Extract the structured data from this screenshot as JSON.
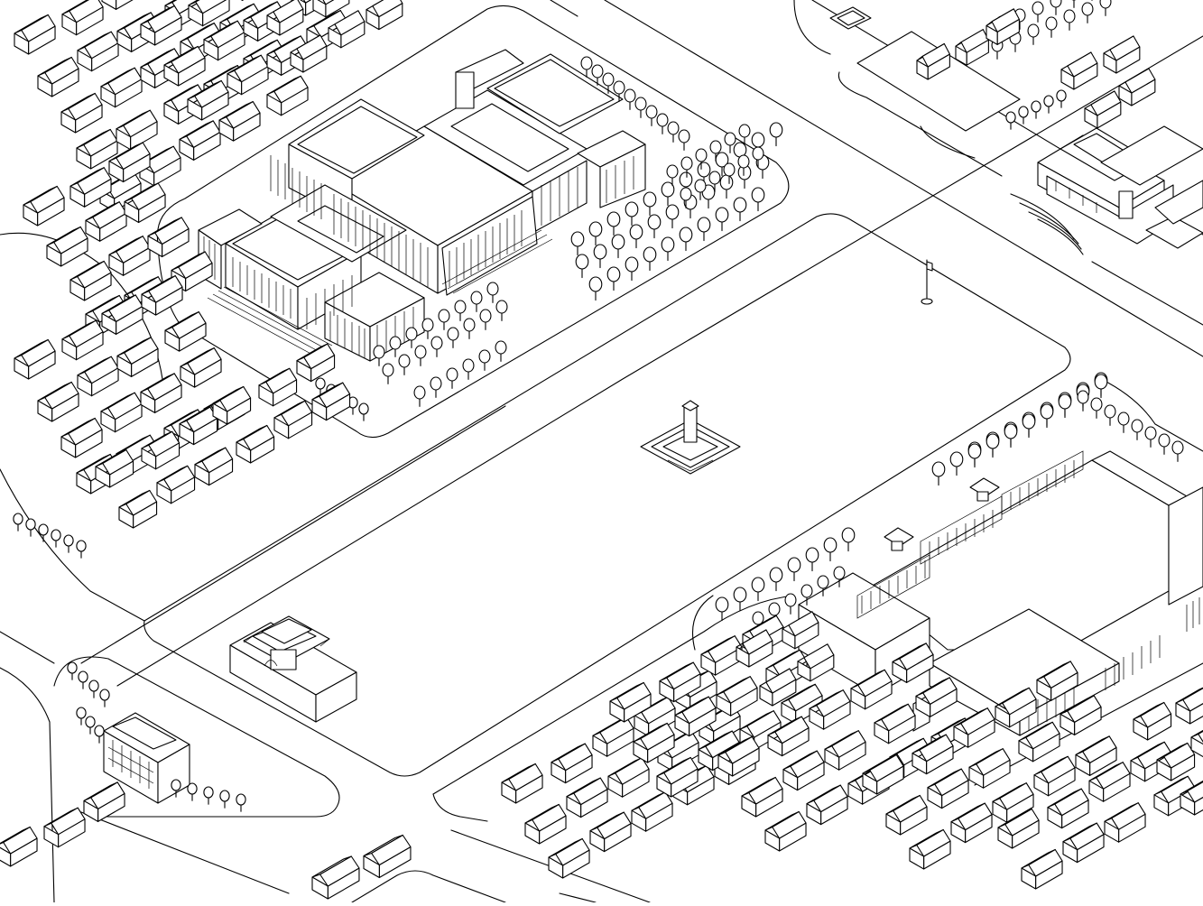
{
  "colors": {
    "background": "#ffffff",
    "ink": "#000000"
  },
  "drawing": {
    "style": "isometric line drawing",
    "elements": [
      "central-plaza",
      "monument",
      "flagpole",
      "great-hall-complex",
      "museum-complex",
      "north-gate-tower",
      "south-gate-tower",
      "arrow-tower",
      "tree-groves",
      "hutong-blocks",
      "roads"
    ]
  }
}
